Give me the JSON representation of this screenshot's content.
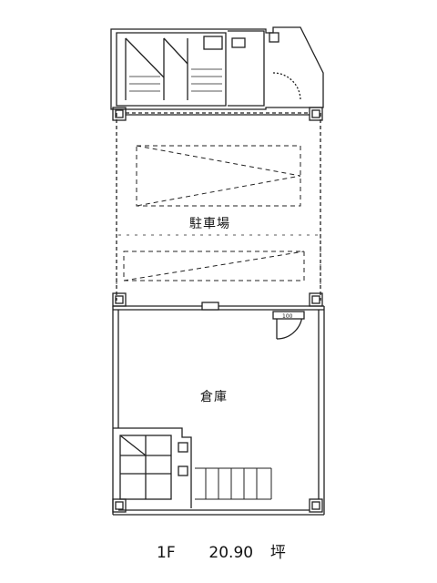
{
  "rooms": {
    "parking": "駐車場",
    "warehouse": "倉庫"
  },
  "floor": {
    "level": "1F",
    "area_value": "20.90",
    "area_unit": "坪"
  },
  "dimension_mark": "100"
}
